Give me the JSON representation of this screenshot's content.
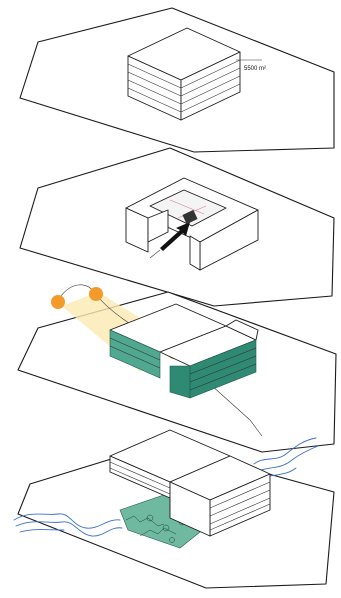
{
  "layers": [
    {
      "name": "volume",
      "label": "5500 m²"
    },
    {
      "name": "courtyard",
      "label": ""
    },
    {
      "name": "sun-orientation",
      "label": ""
    },
    {
      "name": "landscape",
      "label": ""
    }
  ],
  "colors": {
    "facade_green": "#2f8a73",
    "sun_orange": "#f39a2a",
    "water_blue": "#3b6fd0"
  }
}
